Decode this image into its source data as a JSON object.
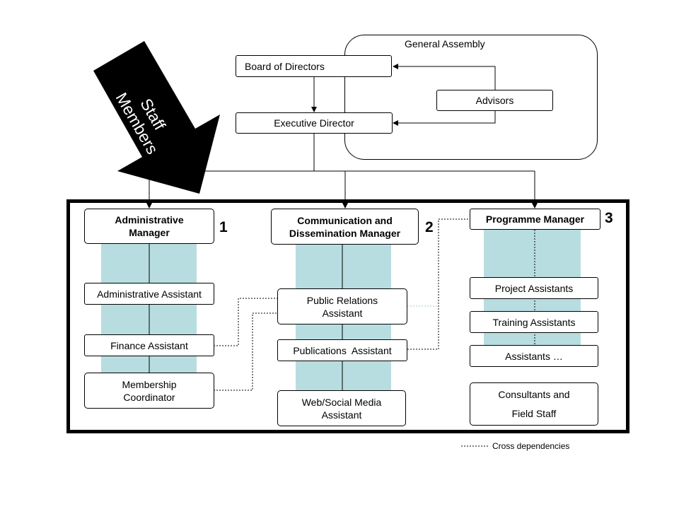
{
  "governance": {
    "general_assembly": "General Assembly",
    "board": "Board of Directors",
    "advisors": "Advisors",
    "executive_director": "Executive Director"
  },
  "staff_arrow": {
    "line1": "Staff",
    "line2": "Members"
  },
  "departments": [
    {
      "number": "1",
      "manager": [
        "Administrative",
        "Manager"
      ],
      "members": [
        [
          "Administrative Assistant"
        ],
        [
          "Finance Assistant"
        ],
        [
          "Membership",
          "Coordinator"
        ]
      ]
    },
    {
      "number": "2",
      "manager": [
        "Communication and",
        "Dissemination Manager"
      ],
      "members": [
        [
          "Public Relations",
          "Assistant"
        ],
        [
          "Publications  Assistant"
        ],
        [
          "Web/Social Media",
          "Assistant"
        ]
      ]
    },
    {
      "number": "3",
      "manager": [
        "Programme Manager"
      ],
      "members": [
        [
          "Project Assistants"
        ],
        [
          "Training Assistants"
        ],
        [
          "Assistants …"
        ],
        [
          "Consultants and",
          "Field Staff"
        ]
      ]
    }
  ],
  "legend": {
    "cross_dependencies": "Cross dependencies"
  }
}
